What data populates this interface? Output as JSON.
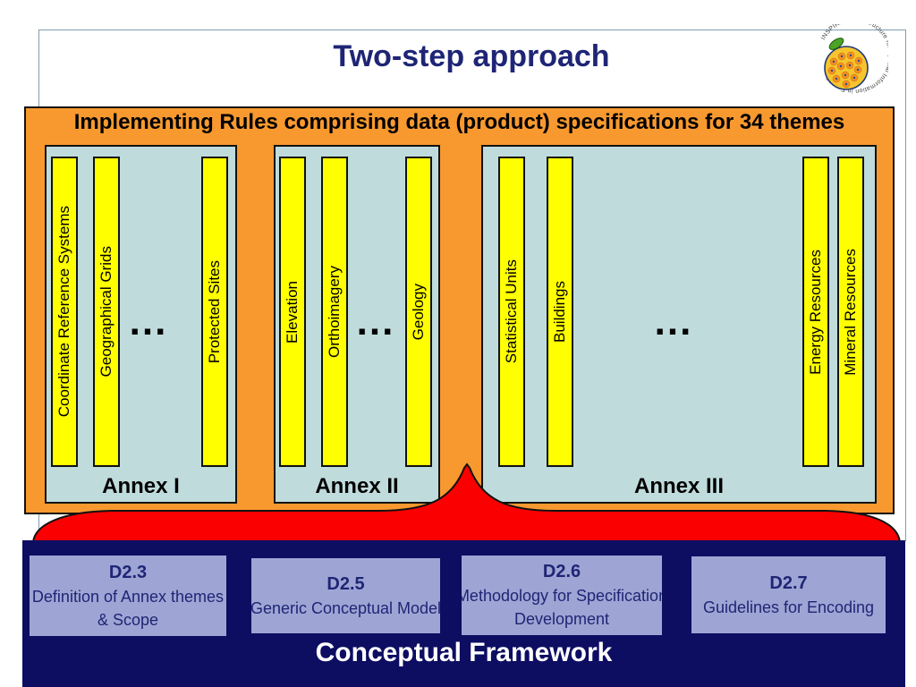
{
  "slide": {
    "title": "Two-step approach",
    "logo": {
      "ring_text": "INSPIRE · Infrastructure for Spatial Information in Europe"
    },
    "implementing_rules": {
      "header": "Implementing Rules comprising data (product) specifications for 34 themes",
      "ellipsis": "...",
      "annex1": {
        "label": "Annex I",
        "bars": [
          "Coordinate Reference Systems",
          "Geographical Grids",
          "Protected Sites"
        ]
      },
      "annex2": {
        "label": "Annex II",
        "bars": [
          "Elevation",
          "Orthoimagery",
          "Geology"
        ]
      },
      "annex3": {
        "label": "Annex III",
        "bars": [
          "Statistical Units",
          "Buildings",
          "Energy Resources",
          "Mineral Resources"
        ]
      }
    },
    "framework": {
      "label": "Conceptual Framework",
      "deliverables": [
        {
          "id": "D2.3",
          "lines": [
            "Definition of Annex themes",
            "& Scope"
          ]
        },
        {
          "id": "D2.5",
          "lines": [
            "Generic Conceptual Model"
          ]
        },
        {
          "id": "D2.6",
          "lines": [
            "Methodology for Specification",
            "Development"
          ]
        },
        {
          "id": "D2.7",
          "lines": [
            "Guidelines for Encoding"
          ]
        }
      ]
    }
  },
  "colors": {
    "orange": "#F8992F",
    "panel": "#C0DBDC",
    "yellow": "#FFFF00",
    "red": "#FA0000",
    "navy": "#0D0D62",
    "dbox": "#9EA5D4",
    "textnavy": "#1F2575",
    "tborder": "#7F9DB0"
  }
}
